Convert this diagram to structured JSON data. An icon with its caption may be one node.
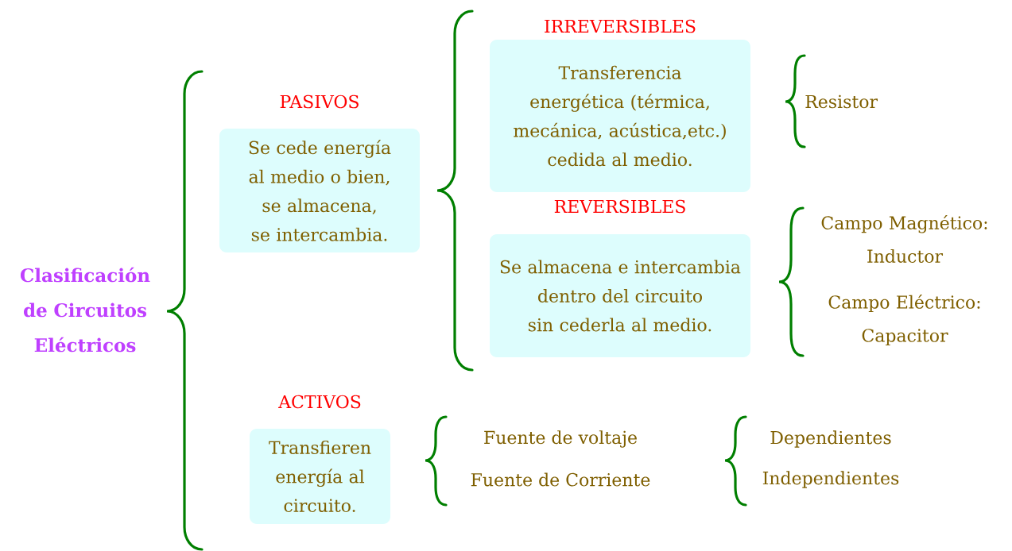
{
  "diagram": {
    "title": "Clasificación de Circuitos Eléctricos",
    "nodes": [
      {
        "text": [
          "PASIVOS",
          "Se cede energía al medio o bien, se almacena, se intercambia."
        ]
      },
      {
        "text": [
          "IRREVERSIBLES",
          "Transferencia energética (térmica, mecánica, acústica,etc.) cedida al medio."
        ]
      },
      {
        "text": [
          "REVERSIBLES",
          "Se almacena e intercambia dentro del circuito sin cederla al medio."
        ]
      },
      {
        "text": [
          "ACTIVOS",
          "Transfieren energía al circuito."
        ]
      }
    ],
    "labels": [
      "Resistor",
      "Campo Magnético: Inductor",
      "Campo Eléctrico: Capacitor",
      "Fuente de voltaje",
      "Fuente de Corriente",
      "Dependientes",
      "Independientes"
    ]
  }
}
